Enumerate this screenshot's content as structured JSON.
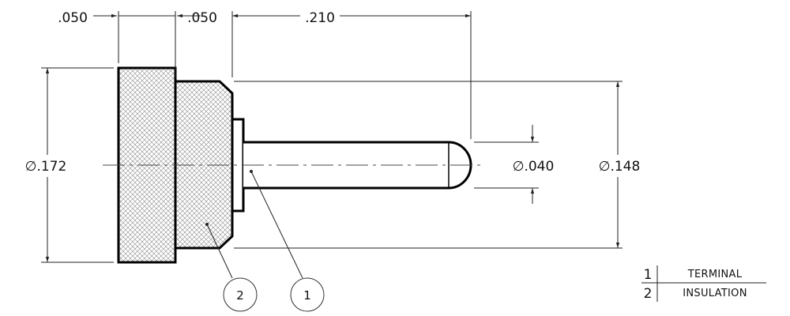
{
  "dimensions": {
    "width_1": ".050",
    "width_2": ".050",
    "pin_length": ".210",
    "outer_diameter": "∅.172",
    "pin_diameter": "∅.040",
    "insulation_diameter": "∅.148"
  },
  "balloons": {
    "insulation": "2",
    "terminal": "1"
  },
  "legend": {
    "rows": [
      {
        "num": "1",
        "name": "TERMINAL"
      },
      {
        "num": "2",
        "name": "INSULATION"
      }
    ]
  }
}
